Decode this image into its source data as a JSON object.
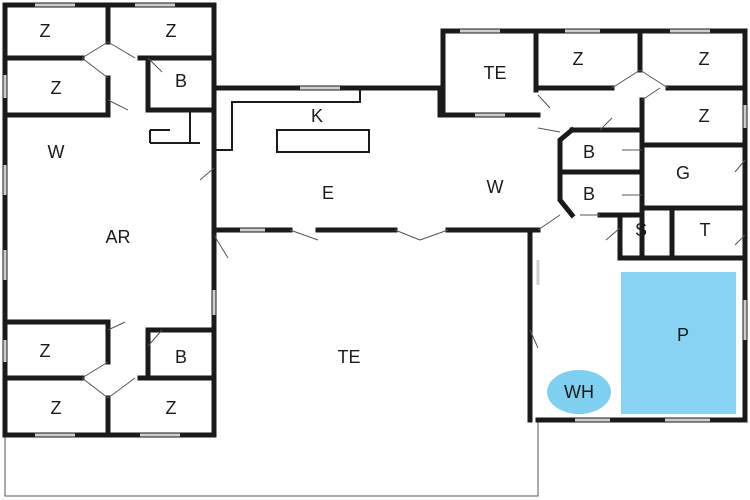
{
  "colors": {
    "wall": "#1a1a1a",
    "pool": "#87d3f3",
    "whirlpool": "#7fcff0",
    "background": "#ffffff"
  },
  "rooms": {
    "z_top_left_1": "Z",
    "z_top_left_2": "Z",
    "z_left_mid": "Z",
    "b_top_left": "B",
    "w_left": "W",
    "ar": "AR",
    "z_bottom_left_1": "Z",
    "b_bottom_left": "B",
    "z_bottom_left_2": "Z",
    "z_bottom_left_3": "Z",
    "k": "K",
    "e": "E",
    "w_center": "W",
    "te_center": "TE",
    "te_top": "TE",
    "z_right_1": "Z",
    "z_right_2": "Z",
    "z_right_3": "Z",
    "b_right_1": "B",
    "b_right_2": "B",
    "g": "G",
    "s": "S",
    "t": "T",
    "p": "P",
    "wh": "WH"
  }
}
